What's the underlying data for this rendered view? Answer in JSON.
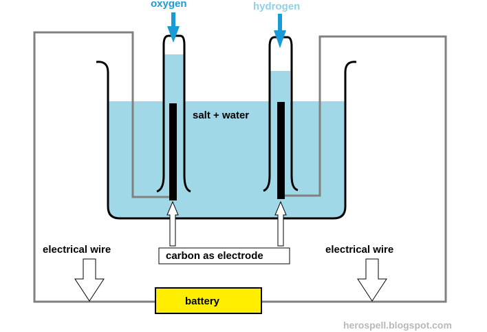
{
  "labels": {
    "oxygen": "oxygen",
    "hydrogen": "hydrogen",
    "solution": "salt + water",
    "wire_left": "electrical wire",
    "wire_right": "electrical wire",
    "electrode": "carbon as electrode",
    "battery": "battery",
    "watermark": "herospell.blogspot.com"
  },
  "colors": {
    "water": "#a0d8e8",
    "oxygen": "#1a9ad6",
    "hydrogen": "#8fd0e8",
    "battery": "#ffee00",
    "wire": "#808080",
    "electrode": "#000000"
  }
}
